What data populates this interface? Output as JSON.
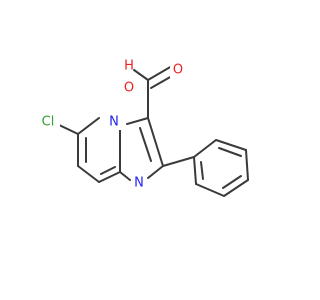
{
  "molecule": {
    "atoms": {
      "cl": {
        "text": "Cl",
        "color": "#32a032"
      },
      "n_bridge": {
        "text": "N",
        "color": "#2222ee"
      },
      "n_imine": {
        "text": "N",
        "color": "#2222ee"
      },
      "o_carbonyl": {
        "text": "O",
        "color": "#ee2222"
      },
      "o_hydroxyl": {
        "text": "O",
        "color": "#ee2222"
      },
      "h_hydroxyl": {
        "text": "H",
        "color": "#ee2222"
      }
    },
    "bond_color": "#3a3a3a"
  }
}
